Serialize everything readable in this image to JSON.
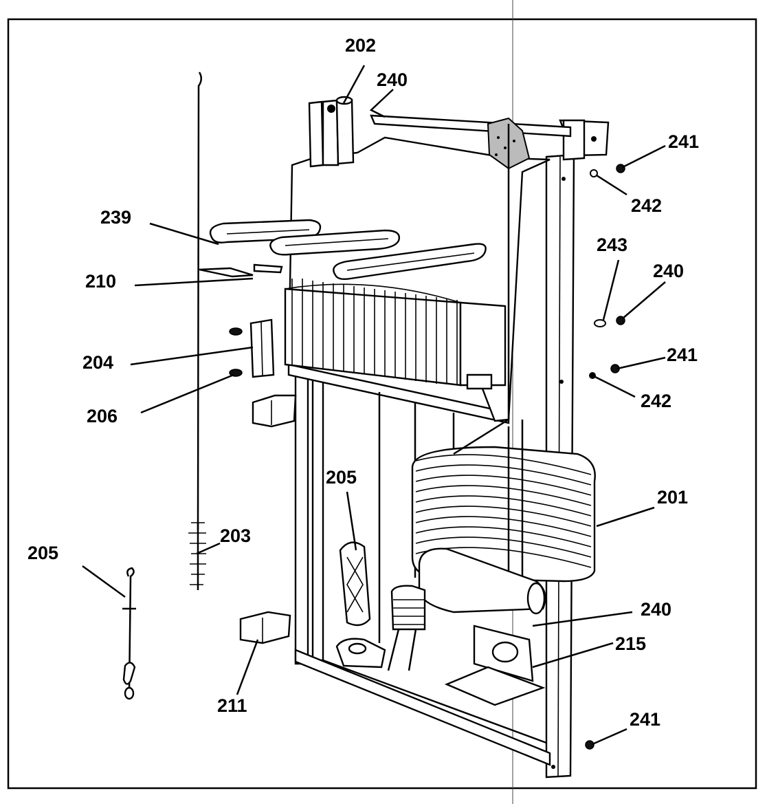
{
  "callouts": [
    {
      "id": "c202",
      "text": "202"
    },
    {
      "id": "c240a",
      "text": "240"
    },
    {
      "id": "c241a",
      "text": "241"
    },
    {
      "id": "c242a",
      "text": "242"
    },
    {
      "id": "c239",
      "text": "239"
    },
    {
      "id": "c243",
      "text": "243"
    },
    {
      "id": "c240b",
      "text": "240"
    },
    {
      "id": "c210",
      "text": "210"
    },
    {
      "id": "c204",
      "text": "204"
    },
    {
      "id": "c241b",
      "text": "241"
    },
    {
      "id": "c206",
      "text": "206"
    },
    {
      "id": "c242b",
      "text": "242"
    },
    {
      "id": "c205a",
      "text": "205"
    },
    {
      "id": "c201",
      "text": "201"
    },
    {
      "id": "c203",
      "text": "203"
    },
    {
      "id": "c205b",
      "text": "205"
    },
    {
      "id": "c240c",
      "text": "240"
    },
    {
      "id": "c215",
      "text": "215"
    },
    {
      "id": "c211",
      "text": "211"
    },
    {
      "id": "c241c",
      "text": "241"
    }
  ]
}
